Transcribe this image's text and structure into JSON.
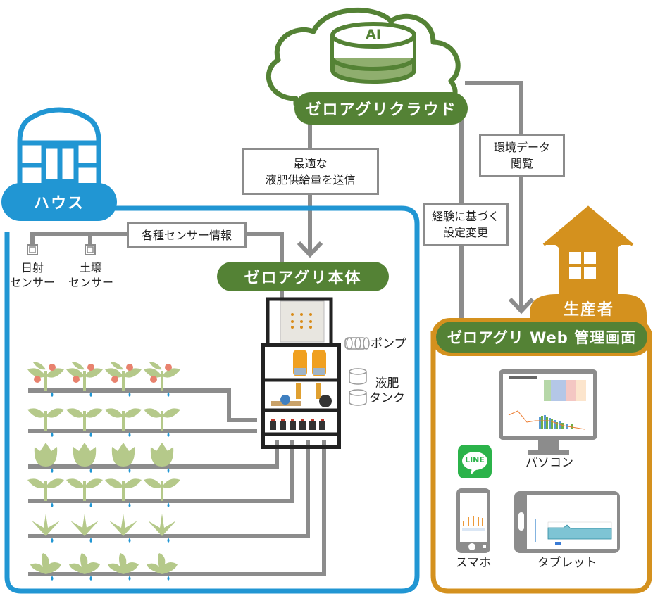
{
  "cloud": {
    "icon_label": "AI",
    "title": "ゼロアグリクラウド"
  },
  "house": {
    "title": "ハウス"
  },
  "producer": {
    "title": "生産者",
    "panel_title": "ゼロアグリ Web 管理画面"
  },
  "device": {
    "title": "ゼロアグリ本体",
    "pump_label": "ポンプ",
    "tank_label_line1": "液肥",
    "tank_label_line2": "タンク"
  },
  "flows": {
    "optimal_line1": "最適な",
    "optimal_line2": "液肥供給量を送信",
    "env_line1": "環境データ",
    "env_line2": "閲覧",
    "exp_line1": "経験に基づく",
    "exp_line2": "設定変更",
    "sensor_info": "各種センサー情報"
  },
  "sensors": [
    {
      "line1": "日射",
      "line2": "センサー"
    },
    {
      "line1": "土壌",
      "line2": "センサー"
    }
  ],
  "devices": {
    "pc": "パソコン",
    "phone": "スマホ",
    "tablet": "タブレット",
    "line_app": "LINE"
  },
  "colors": {
    "green": "#548235",
    "blue": "#2196d3",
    "gold": "#d4911e",
    "gray_line": "#8c8c8c",
    "plant": "#b5c98a",
    "fruit": "#e8826e",
    "drop": "#2196d3",
    "line_app": "#2bb34a"
  },
  "crop_rows": [
    {
      "type": "tomato"
    },
    {
      "type": "sprout"
    },
    {
      "type": "tulip"
    },
    {
      "type": "sprout"
    },
    {
      "type": "grass"
    },
    {
      "type": "leafy"
    }
  ]
}
